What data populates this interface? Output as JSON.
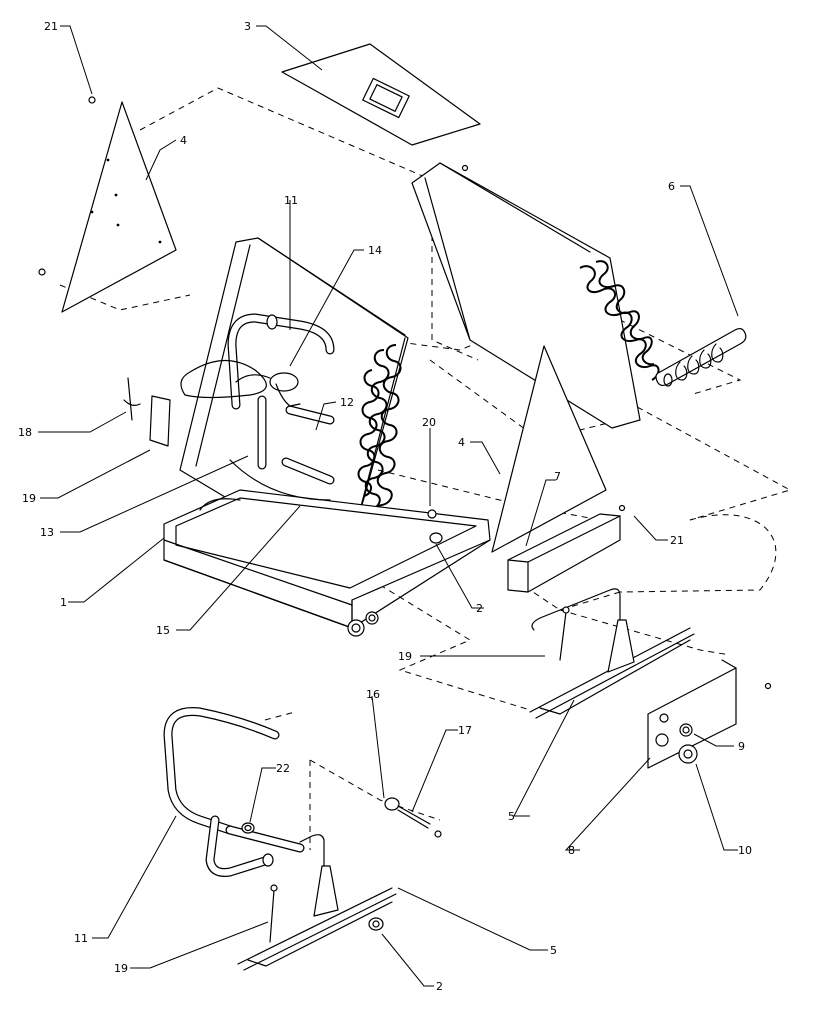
{
  "callouts": [
    {
      "id": "c21a",
      "text": "21"
    },
    {
      "id": "c3",
      "text": "3"
    },
    {
      "id": "c4a",
      "text": "4"
    },
    {
      "id": "c6",
      "text": "6"
    },
    {
      "id": "c11a",
      "text": "11"
    },
    {
      "id": "c14",
      "text": "14"
    },
    {
      "id": "c12",
      "text": "12"
    },
    {
      "id": "c18",
      "text": "18"
    },
    {
      "id": "c20",
      "text": "20"
    },
    {
      "id": "c4b",
      "text": "4"
    },
    {
      "id": "c7",
      "text": "7"
    },
    {
      "id": "c19a",
      "text": "19"
    },
    {
      "id": "c13",
      "text": "13"
    },
    {
      "id": "c21b",
      "text": "21"
    },
    {
      "id": "c1",
      "text": "1"
    },
    {
      "id": "c2a",
      "text": "2"
    },
    {
      "id": "c15",
      "text": "15"
    },
    {
      "id": "c19b",
      "text": "19"
    },
    {
      "id": "c16",
      "text": "16"
    },
    {
      "id": "c17",
      "text": "17"
    },
    {
      "id": "c22",
      "text": "22"
    },
    {
      "id": "c9",
      "text": "9"
    },
    {
      "id": "c5a",
      "text": "5"
    },
    {
      "id": "c8",
      "text": "8"
    },
    {
      "id": "c10",
      "text": "10"
    },
    {
      "id": "c11b",
      "text": "11"
    },
    {
      "id": "c5b",
      "text": "5"
    },
    {
      "id": "c19c",
      "text": "19"
    },
    {
      "id": "c2b",
      "text": "2"
    }
  ]
}
